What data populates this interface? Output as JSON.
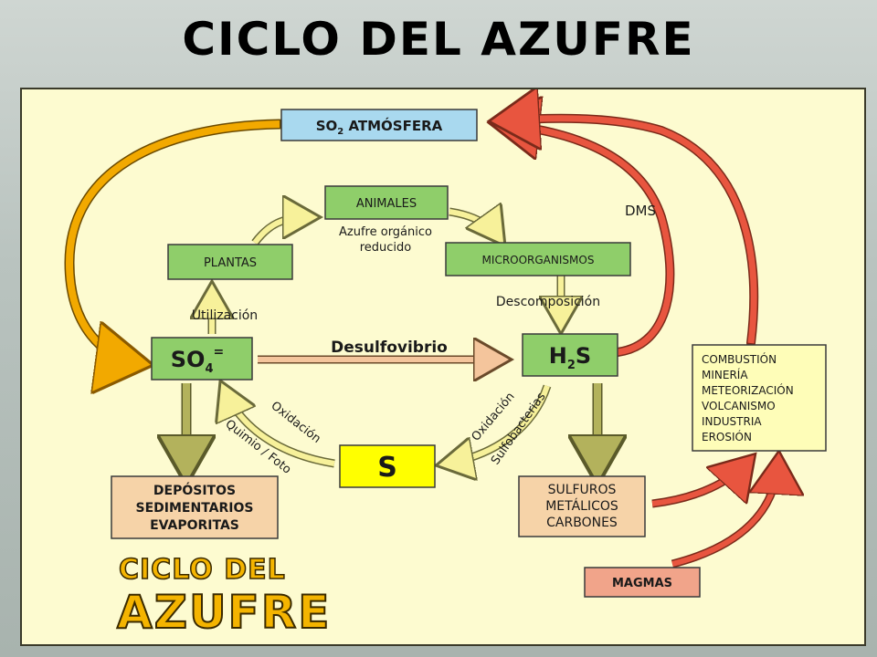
{
  "title": "CICLO DEL AZUFRE",
  "nodes": {
    "so2_atmosfera": {
      "prefix": "SO",
      "sub": "2",
      "suffix": " ATMÓSFERA"
    },
    "animales": "ANIMALES",
    "plantas": "PLANTAS",
    "microorganismos": "MICROORGANISMOS",
    "so4": {
      "prefix": "SO",
      "sub": "4",
      "sup": "="
    },
    "h2s": {
      "prefix": "H",
      "sub": "2",
      "suffix": "S"
    },
    "s": "S",
    "depositos": [
      "DEPÓSITOS",
      "SEDIMENTARIOS",
      "EVAPORITAS"
    ],
    "sulfuros": [
      "SULFUROS",
      "METÁLICOS",
      "CARBONES"
    ],
    "magmas": "MAGMAS",
    "fuentes": [
      "COMBUSTIÓN",
      "MINERÍA",
      "METEORIZACIÓN",
      "VOLCANISMO",
      "INDUSTRIA",
      "EROSIÓN"
    ]
  },
  "labels": {
    "azufre_organico": [
      "Azufre orgánico",
      "reducido"
    ],
    "descomposicion": "Descomposición",
    "utilizacion": "Utilización",
    "desulfovibrio": "Desulfovibrio",
    "dms": "DMS",
    "oxidacion_left": "Oxidación",
    "quimio_foto": "Quimio / Foto",
    "oxidacion_right": "Oxidación",
    "sulfobacterias": "Sulfobacterias"
  },
  "logo": [
    "CICLO DEL",
    "AZUFRE"
  ],
  "colors": {
    "panel_bg": "#fdfbd0",
    "green_box": "#8fce6a",
    "blue_box": "#a9d9ef",
    "yellow_box": "#ffff00",
    "tan_box": "#f6d3a8",
    "salmon_box": "#f1a48a",
    "pale_box": "#fefdb8",
    "orange_arrow": "#f2a900",
    "red_arrow": "#e8553f",
    "olive_arrow": "#b3b25c",
    "pale_arrow": "#f7f19a",
    "logo_gold": "#f4b400"
  }
}
